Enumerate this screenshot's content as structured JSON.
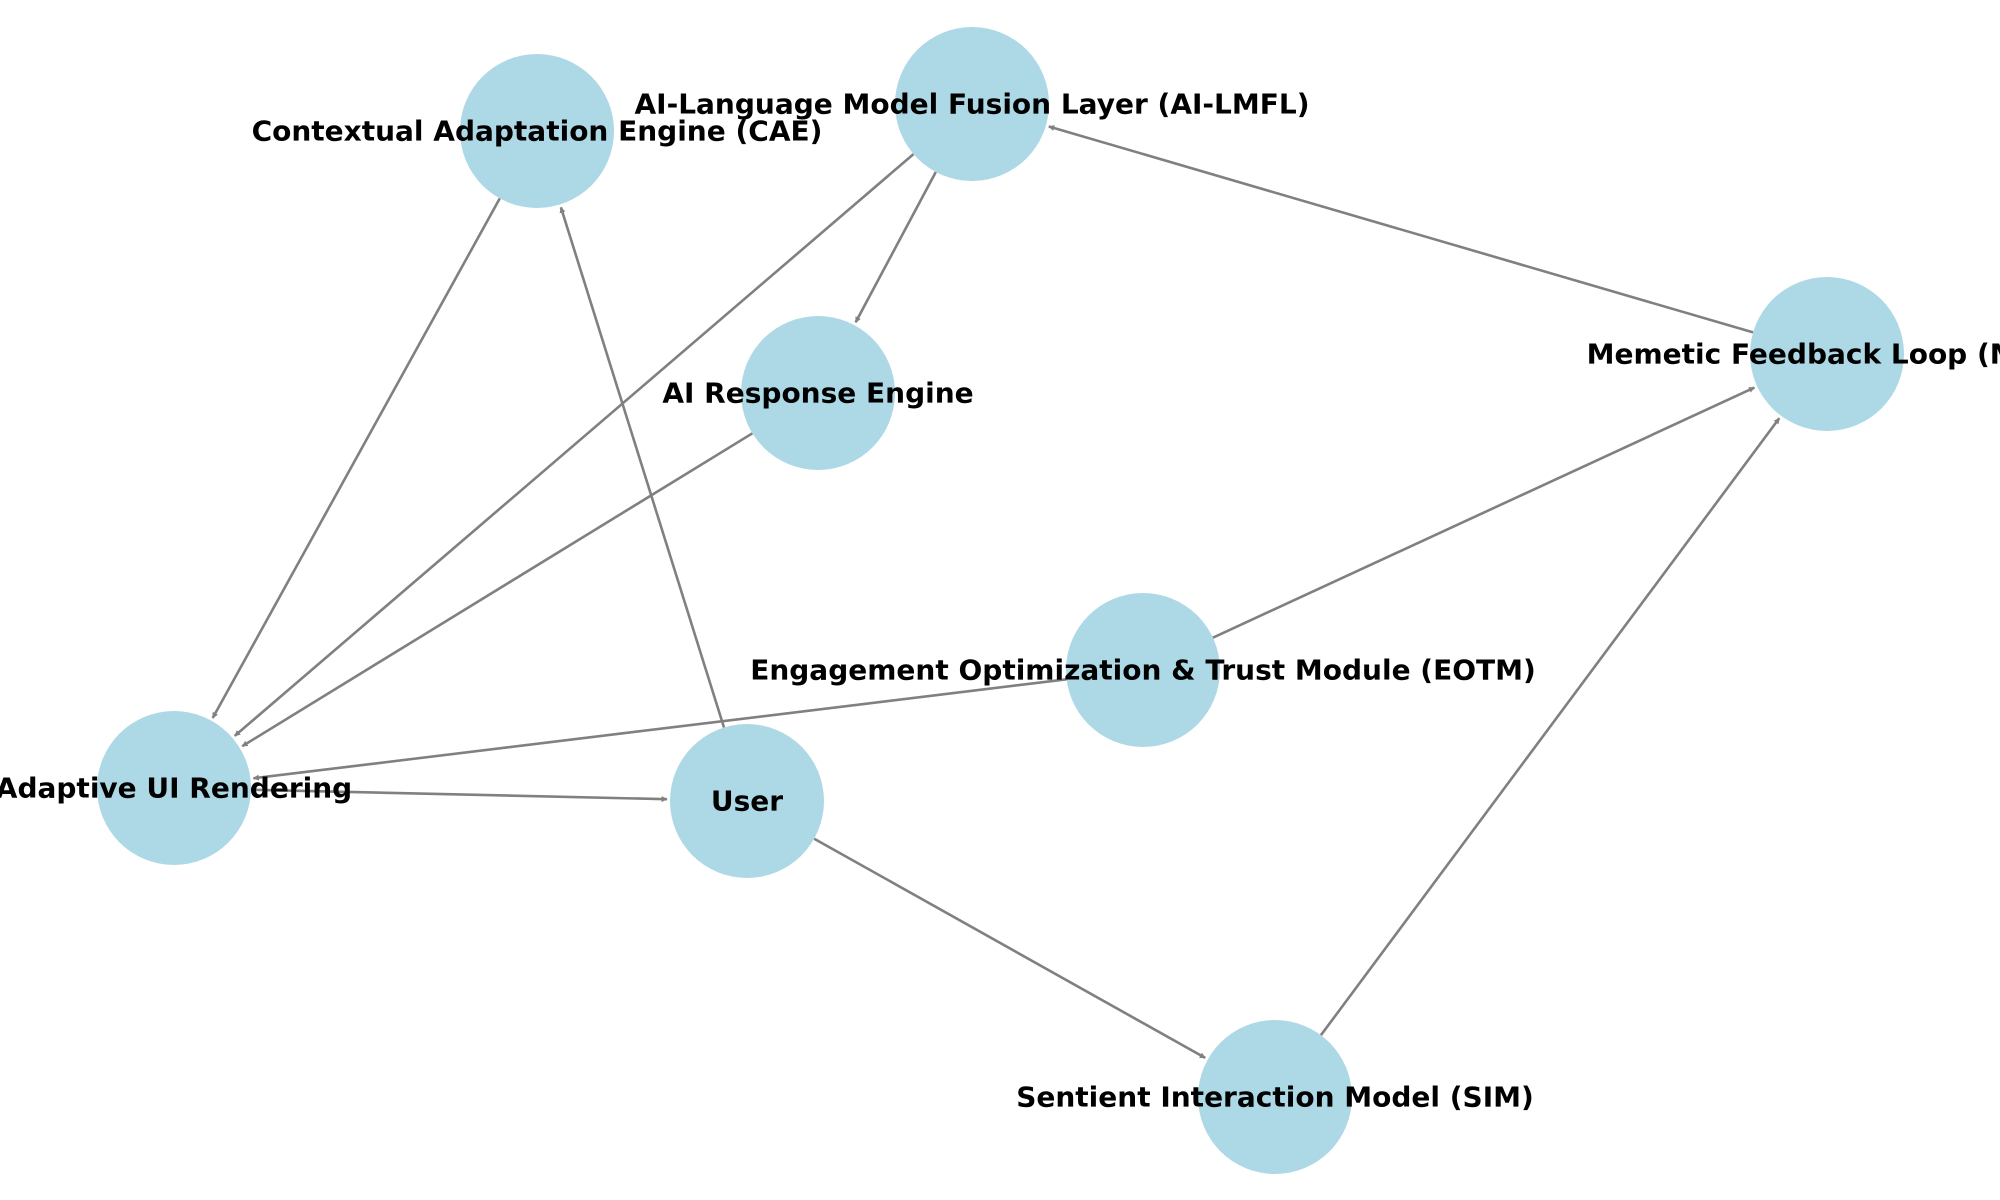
{
  "colors": {
    "node_fill": "#add8e6",
    "edge_color": "#808080",
    "label_color": "#000000",
    "background": "#ffffff"
  },
  "nodes": [
    {
      "id": "cae",
      "label": "Contextual Adaptation Engine (CAE)"
    },
    {
      "id": "ailmfl",
      "label": "AI-Language Model Fusion Layer (AI-LMFL)"
    },
    {
      "id": "mfl",
      "label": "Memetic Feedback Loop (MFL)"
    },
    {
      "id": "are",
      "label": "AI Response Engine"
    },
    {
      "id": "eotm",
      "label": "Engagement Optimization & Trust Module (EOTM)"
    },
    {
      "id": "aui",
      "label": "Adaptive UI Rendering"
    },
    {
      "id": "user",
      "label": "User"
    },
    {
      "id": "sim",
      "label": "Sentient Interaction Model (SIM)"
    }
  ],
  "edges": [
    {
      "from": "user",
      "to": "cae"
    },
    {
      "from": "user",
      "to": "sim"
    },
    {
      "from": "cae",
      "to": "aui"
    },
    {
      "from": "ailmfl",
      "to": "aui"
    },
    {
      "from": "ailmfl",
      "to": "are"
    },
    {
      "from": "are",
      "to": "aui"
    },
    {
      "from": "eotm",
      "to": "aui"
    },
    {
      "from": "eotm",
      "to": "mfl"
    },
    {
      "from": "mfl",
      "to": "ailmfl"
    },
    {
      "from": "sim",
      "to": "mfl"
    },
    {
      "from": "aui",
      "to": "user"
    }
  ]
}
